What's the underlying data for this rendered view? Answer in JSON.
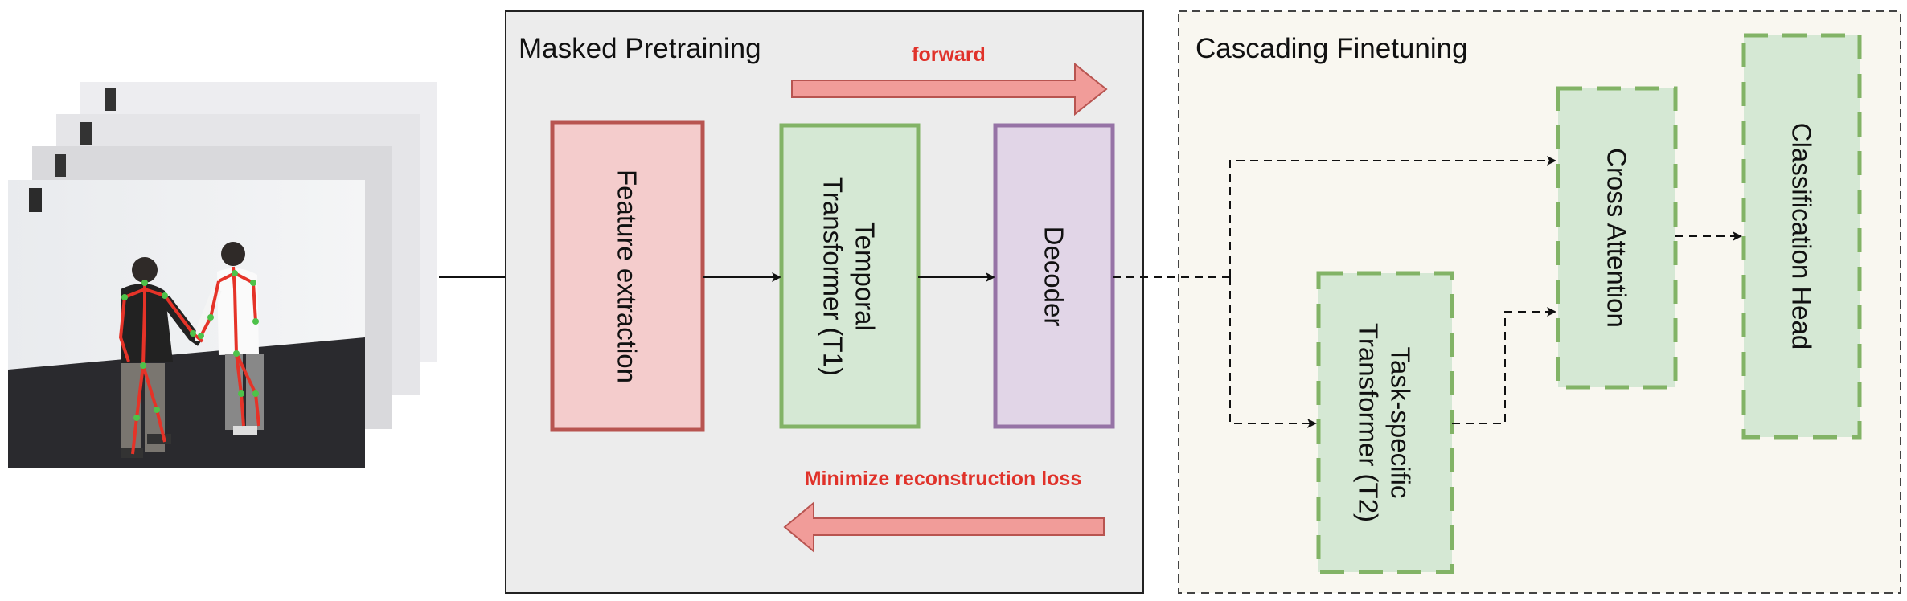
{
  "colors": {
    "red_fill": "#f4cccc",
    "red_stroke": "#b85450",
    "green_fill": "#d5e8d4",
    "green_stroke": "#82b366",
    "purple_fill": "#e1d5e7",
    "purple_stroke": "#9673a6",
    "arrow_fill": "#f19c99",
    "annotation_red": "#e0322a",
    "pretrain_bg": "#ececec",
    "finetune_bg": "#f9f7f0"
  },
  "pretraining": {
    "title": "Masked Pretraining",
    "forward_label": "forward",
    "loss_label": "Minimize reconstruction loss",
    "blocks": {
      "feature_extraction": "Feature extraction",
      "temporal_line1": "Temporal",
      "temporal_line2": "Transformer (T1)",
      "decoder": "Decoder"
    }
  },
  "finetuning": {
    "title": "Cascading Finetuning",
    "blocks": {
      "task_line1": "Task-specific",
      "task_line2": "Transformer (T2)",
      "cross_attention": "Cross Attention",
      "classification_head": "Classification Head"
    }
  },
  "icons": {
    "input_frames": "video-frames-skeleton-icon"
  }
}
